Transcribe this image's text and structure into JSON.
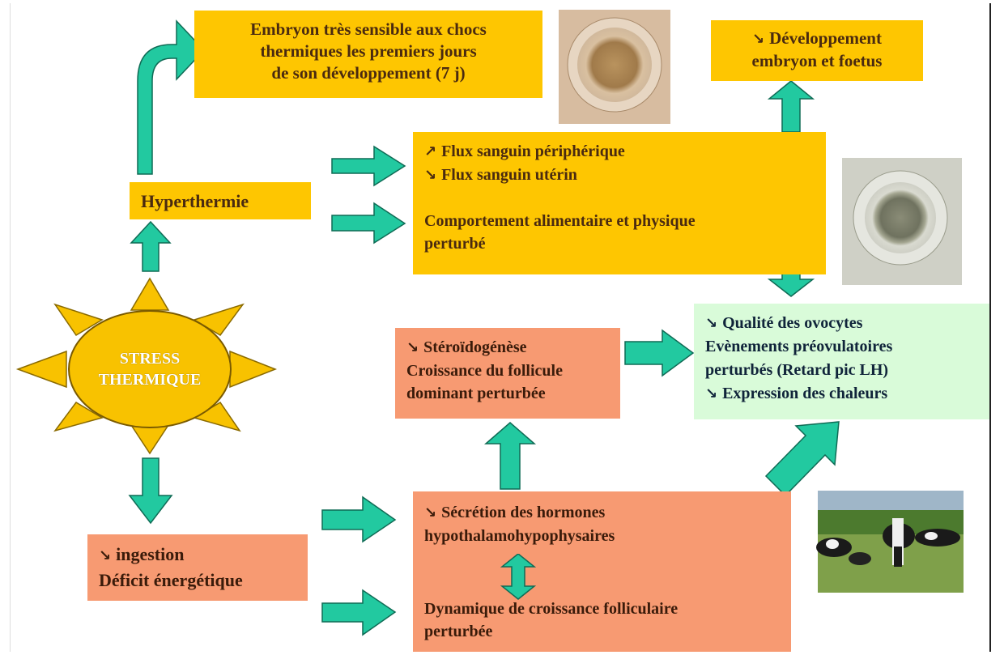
{
  "colors": {
    "yellow_box": "#fec601",
    "salmon_box": "#f79a72",
    "green_box": "#d9fbd9",
    "arrow": "#22c9a0",
    "arrow_stroke": "#0f6b55",
    "sun": "#f8c200"
  },
  "icons": {
    "increase": "↗",
    "decrease": "↘"
  },
  "sun": {
    "line1": "STRESS",
    "line2": "THERMIQUE"
  },
  "embryon_box": {
    "line1": "Embryon très sensible aux chocs",
    "line2": "thermiques les premiers jours",
    "line3": "de son développement (7 j)"
  },
  "developpement_box": {
    "line1": "Développement",
    "line2": "embryon et foetus"
  },
  "hyperthermie_box": {
    "label": "Hyperthermie"
  },
  "flux_box": {
    "line1": "Flux sanguin périphérique",
    "line2": "Flux sanguin utérin",
    "line3": "Comportement alimentaire et physique",
    "line4": "perturbé"
  },
  "steroid_box": {
    "line1": "Stéroïdogénèse",
    "line2": "Croissance du follicule",
    "line3": "dominant perturbée"
  },
  "qualite_box": {
    "line1": "Qualité des ovocytes",
    "line2": "Evènements préovulatoires",
    "line3": "perturbés (Retard pic LH)",
    "line4": "Expression des chaleurs"
  },
  "ingestion_box": {
    "line1": "ingestion",
    "line2": "Déficit énergétique"
  },
  "secretion_box": {
    "line1": "Sécrétion des hormones",
    "line2": "hypothalamohypophysaires",
    "line3": "Dynamique de croissance folliculaire",
    "line4": "perturbée"
  }
}
